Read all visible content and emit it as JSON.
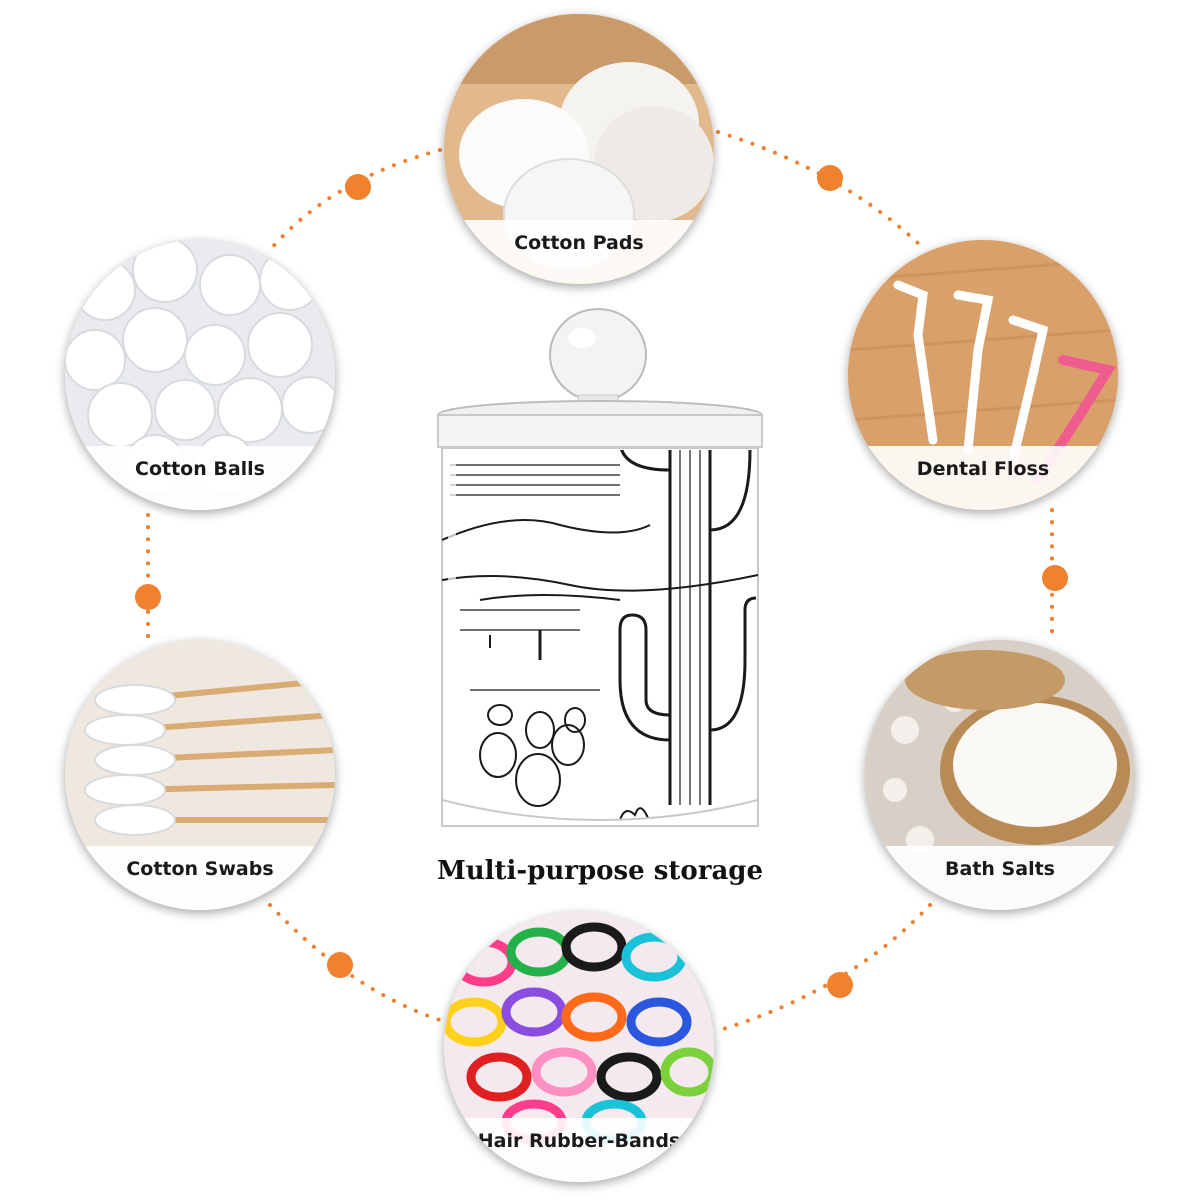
{
  "center_caption": "Multi-purpose storage",
  "items": [
    {
      "id": "pads",
      "label": "Cotton Pads"
    },
    {
      "id": "balls",
      "label": "Cotton Balls"
    },
    {
      "id": "floss",
      "label": "Dental Floss"
    },
    {
      "id": "swabs",
      "label": "Cotton Swabs"
    },
    {
      "id": "salts",
      "label": "Bath Salts"
    },
    {
      "id": "bands",
      "label": "Hair Rubber-Bands"
    }
  ],
  "colors": {
    "connector_dots": "#f07f2e",
    "accent_dot": "#f0812f",
    "caption_bg": "#ffffff",
    "text": "#1a1a1a"
  }
}
